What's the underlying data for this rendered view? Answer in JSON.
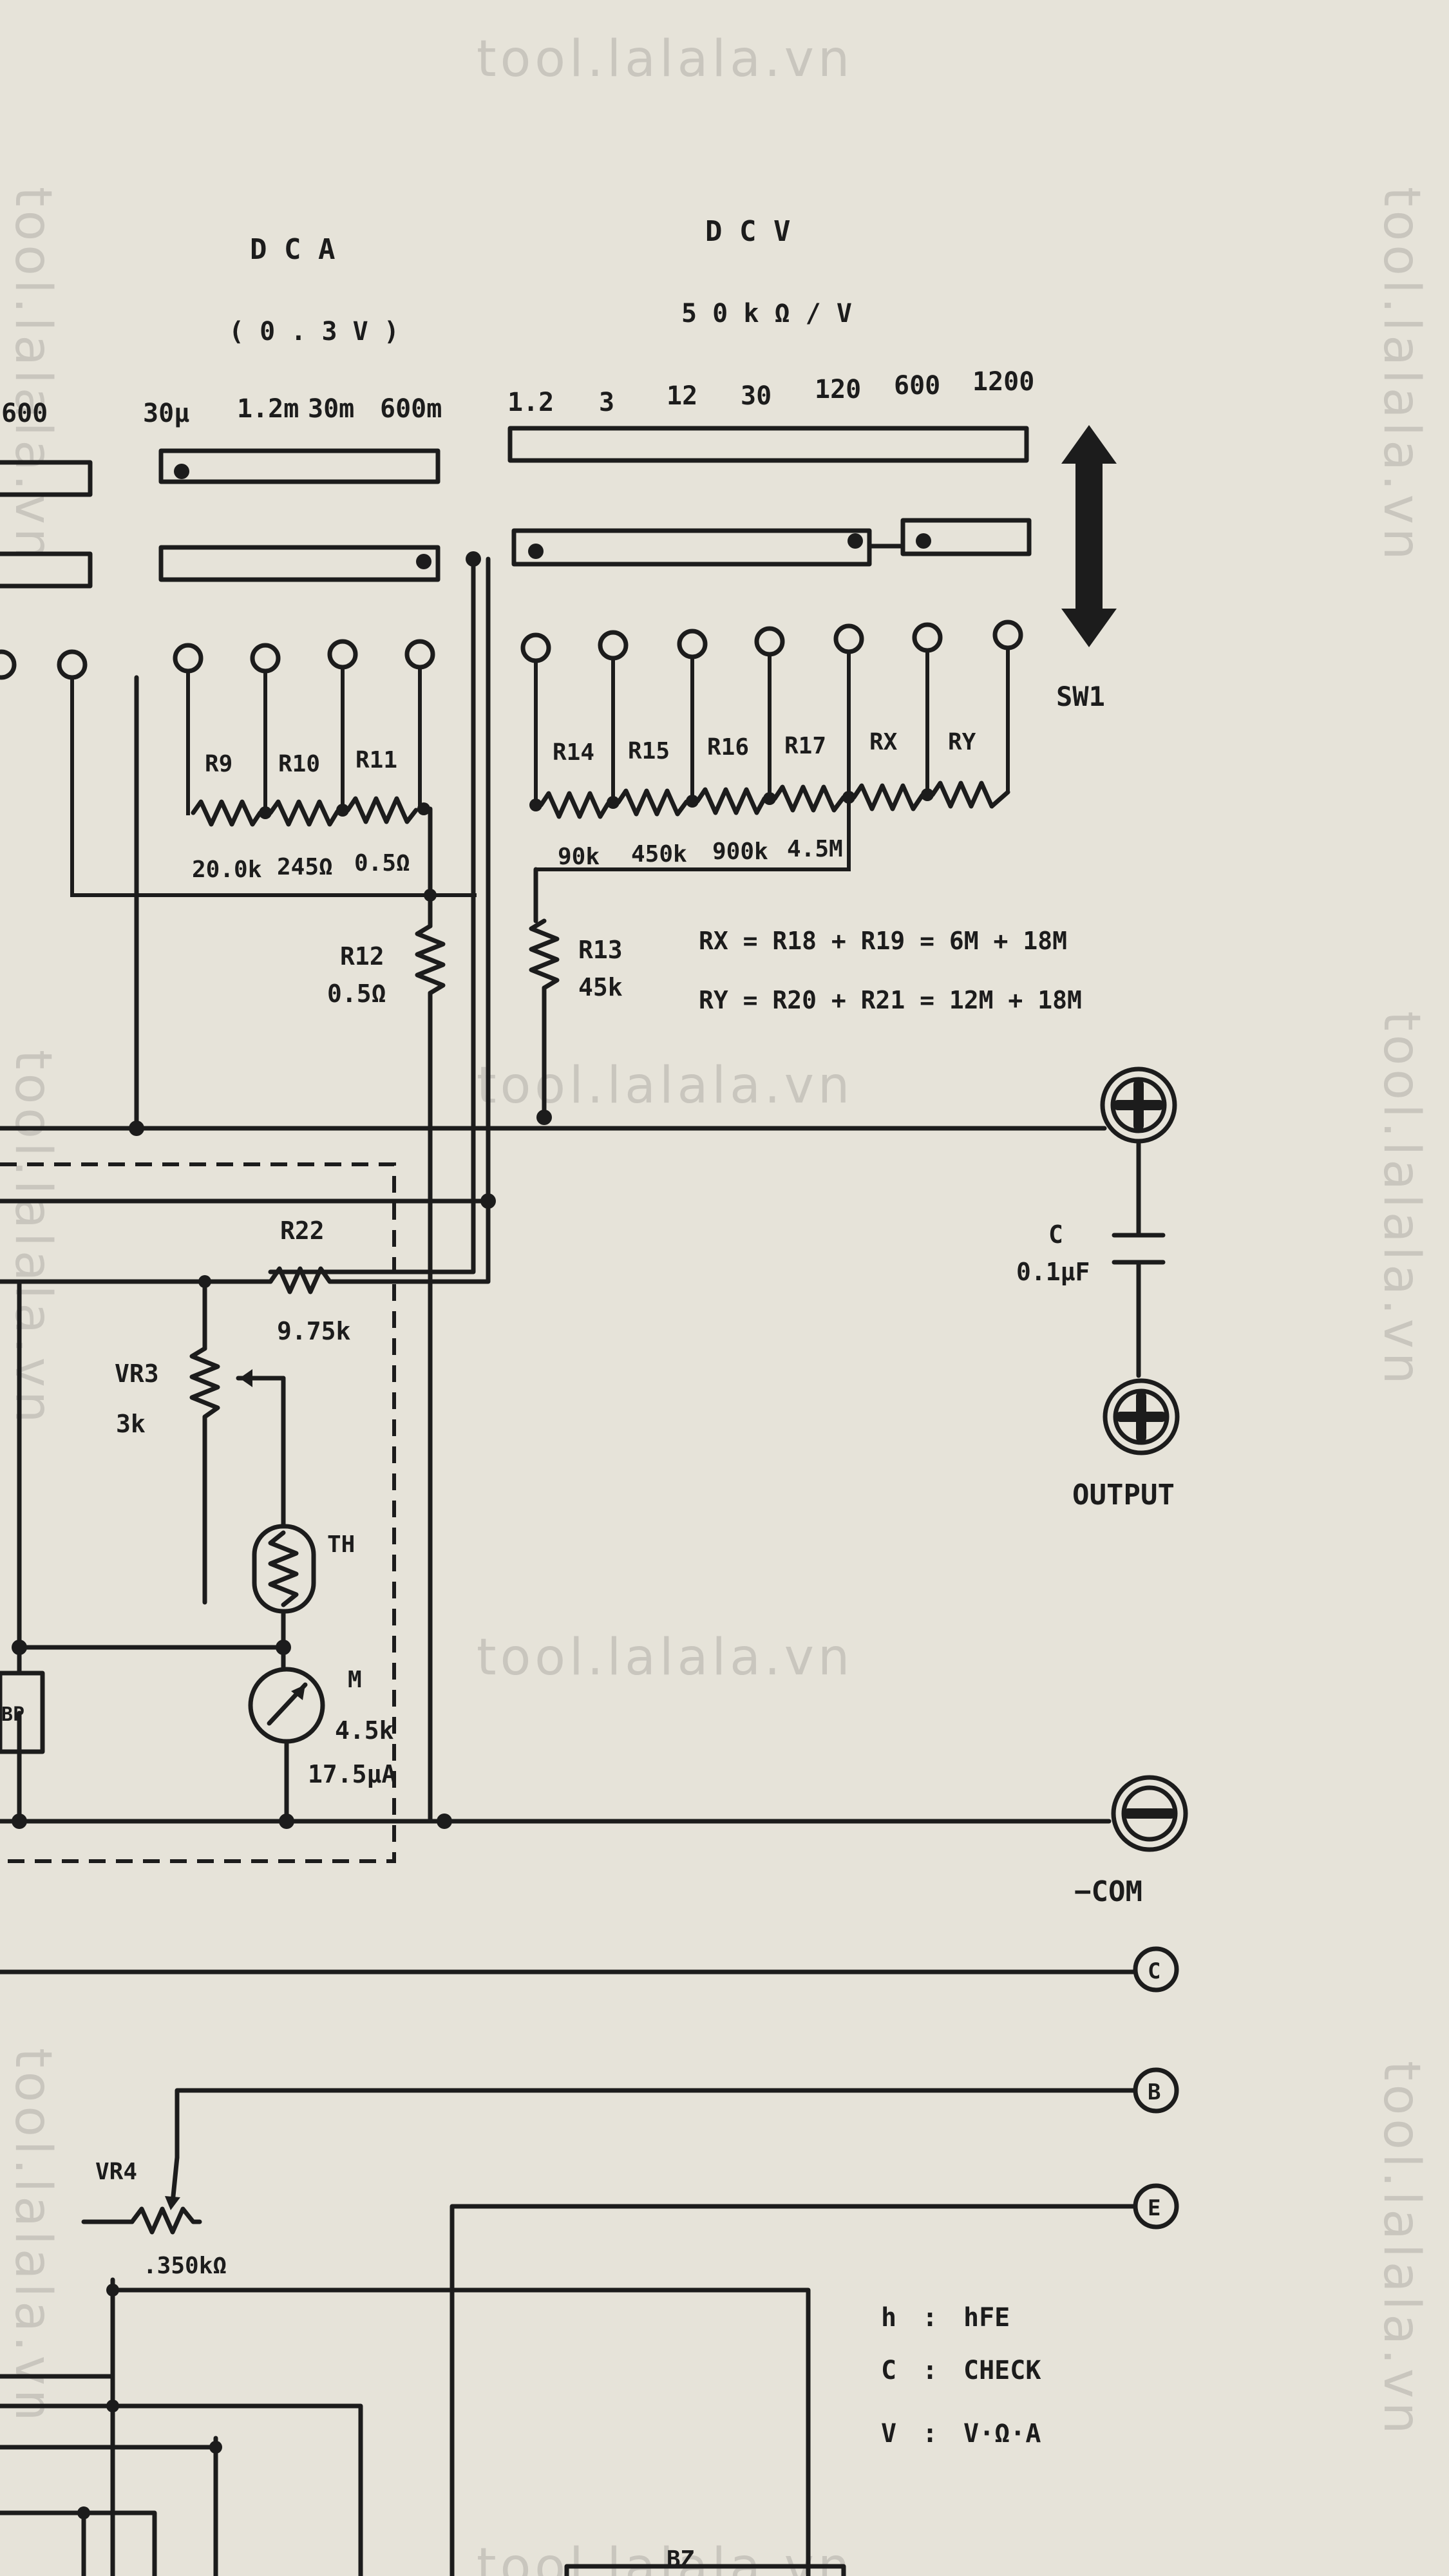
{
  "watermark": "tool.lalala.vn",
  "headers": {
    "dca": "D C A",
    "dca_sub": "( 0 . 3 V )",
    "dcv": "D C V",
    "dcv_sub": "5 0 k Ω / V"
  },
  "ranges": {
    "r600": "600",
    "r30u": "30μ",
    "r12m": "1.2m",
    "r30m": "30m",
    "r600m": "600m",
    "v12": "1.2",
    "v3": "3",
    "v12b": "12",
    "v30": "30",
    "v120": "120",
    "v600": "600",
    "v1200": "1200"
  },
  "switch_label": "SW1",
  "resistors": {
    "r9": "R9",
    "r10": "R10",
    "r11": "R11",
    "r14": "R14",
    "r15": "R15",
    "r16": "R16",
    "r17": "R17",
    "rx": "RX",
    "ry": "RY",
    "r12": "R12",
    "r13": "R13",
    "r22": "R22",
    "vr3": "VR3",
    "vr4": "VR4"
  },
  "values": {
    "r9": "20.0k",
    "r10": "245Ω",
    "r11": "0.5Ω",
    "r14": "90k",
    "r15": "450k",
    "r16": "900k",
    "r17": "4.5M",
    "r12": "0.5Ω",
    "r13": "45k",
    "r22": "9.75k",
    "vr3": "3k",
    "vr4": ".350kΩ",
    "c": "0.1μF",
    "m_res": "4.5k",
    "m_cur": "17.5μA"
  },
  "formulas": {
    "rx": "RX = R18 + R19 = 6M + 18M",
    "ry": "RY = R20 + R21 = 12M + 18M"
  },
  "components": {
    "c": "C",
    "th": "TH",
    "m": "M",
    "bp": "BP",
    "bz": "BZ"
  },
  "terminals": {
    "plus": "+",
    "minus": "−",
    "output": "OUTPUT",
    "com": "−COM",
    "c": "C",
    "b": "B",
    "e": "E"
  },
  "legend": [
    {
      "key": "h",
      "sep": ":",
      "desc": "hFE"
    },
    {
      "key": "C",
      "sep": ":",
      "desc": "CHECK"
    },
    {
      "key": "V",
      "sep": ":",
      "desc": "V·Ω·A"
    }
  ],
  "colors": {
    "ink": "#1c1c1c",
    "paper": "#e6e3d9"
  }
}
